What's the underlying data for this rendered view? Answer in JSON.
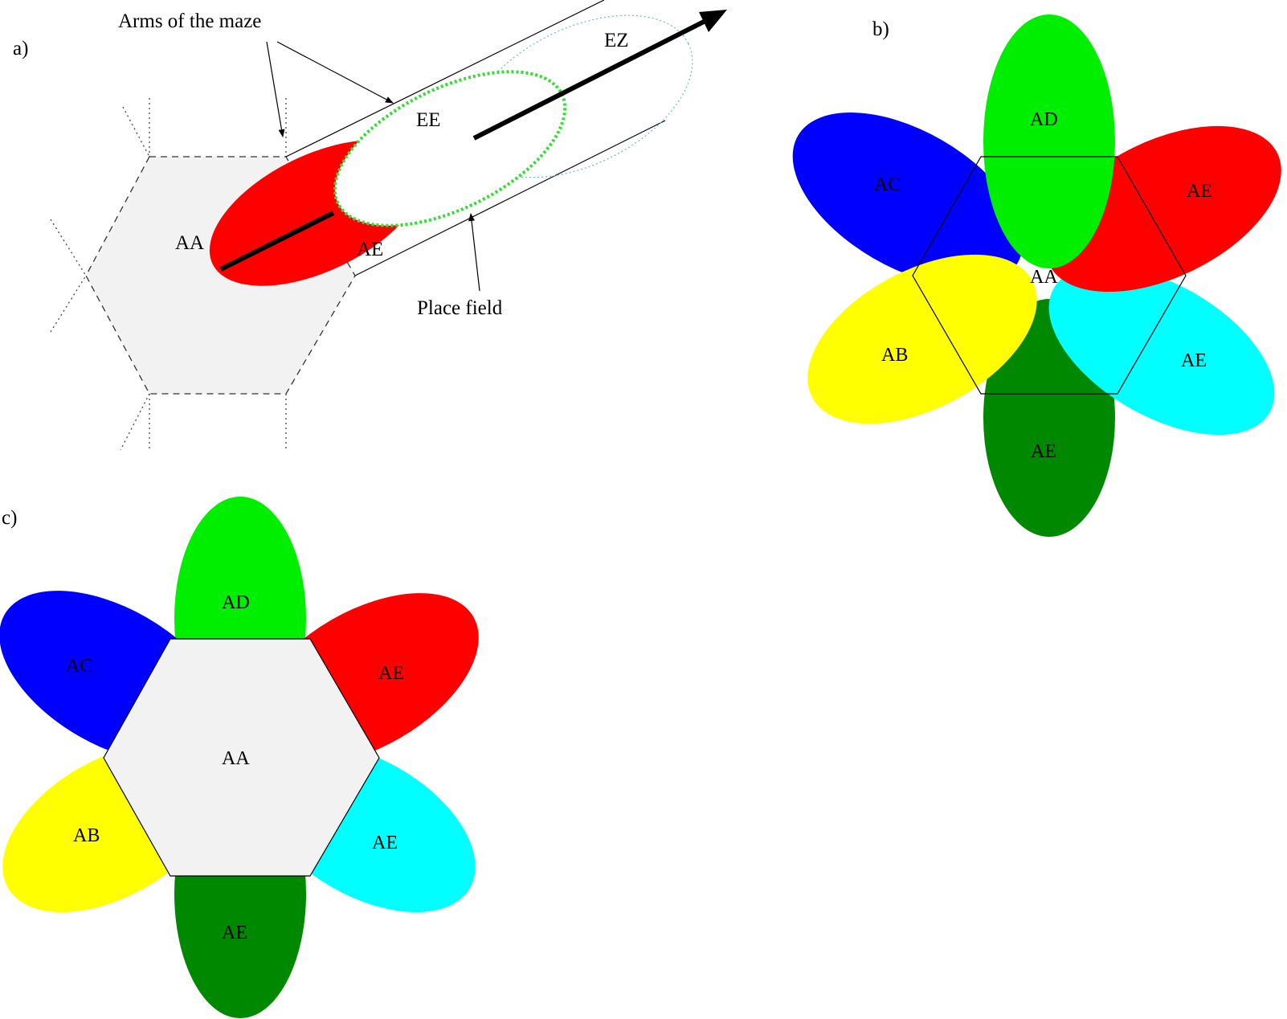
{
  "panel_a": {
    "panel_label": "a)",
    "callout_arms": "Arms of the maze",
    "callout_place_field": "Place field",
    "zone_aa": "AA",
    "zone_ae": "AE",
    "zone_ee": "EE",
    "zone_ez": "EZ",
    "colors": {
      "hexagon_fill": "#f2f2f2",
      "place_field_fill": "#ff0000",
      "place_field_outline": "#33dd33",
      "faint_outline": "#66bbbb"
    }
  },
  "panel_b": {
    "panel_label": "b)",
    "petal_up": "AD",
    "petal_upper_left": "AC",
    "petal_upper_right": "AE",
    "petal_lower_left": "AB",
    "petal_lower_right": "AE",
    "petal_down": "AE",
    "center": "AA"
  },
  "panel_c": {
    "panel_label": "c)",
    "petal_up": "AD",
    "petal_upper_left": "AC",
    "petal_upper_right": "AE",
    "petal_lower_left": "AB",
    "petal_lower_right": "AE",
    "petal_down": "AE",
    "center": "AA"
  },
  "petal_colors": {
    "up": "#00ee00",
    "upper_left": "#0000ff",
    "upper_right": "#ff0000",
    "lower_left": "#ffff00",
    "lower_right": "#00ffff",
    "down": "#008800"
  }
}
